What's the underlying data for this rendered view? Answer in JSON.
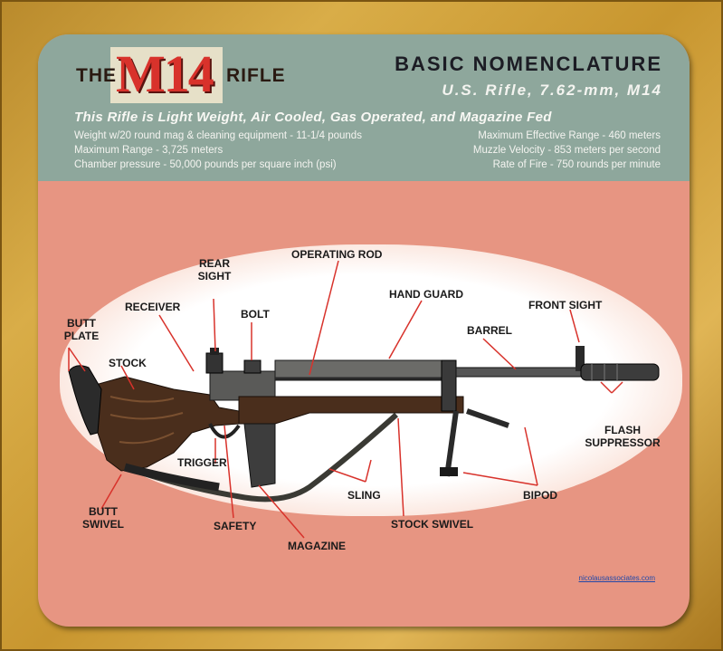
{
  "header": {
    "title_the": "THE",
    "title_m14": "M14",
    "title_rifle": "RIFLE",
    "basic": "BASIC NOMENCLATURE",
    "subtitle": "U.S. Rifle, 7.62-mm, M14",
    "description": "This Rifle is Light Weight, Air Cooled, Gas Operated, and Magazine Fed",
    "specs_left": [
      "Weight w/20 round mag & cleaning equipment - 11-1/4 pounds",
      "Maximum Range - 3,725 meters",
      "Chamber pressure - 50,000 pounds per square inch (psi)"
    ],
    "specs_right": [
      "Maximum Effective Range - 460 meters",
      "Muzzle Velocity - 853 meters per second",
      "Rate of Fire - 750 rounds per minute"
    ]
  },
  "labels": {
    "operating_rod": "OPERATING ROD",
    "rear_sight_1": "REAR",
    "rear_sight_2": "SIGHT",
    "receiver": "RECEIVER",
    "bolt": "BOLT",
    "hand_guard": "HAND GUARD",
    "front_sight": "FRONT SIGHT",
    "butt_plate_1": "BUTT",
    "butt_plate_2": "PLATE",
    "barrel": "BARREL",
    "stock": "STOCK",
    "flash_1": "FLASH",
    "flash_2": "SUPPRESSOR",
    "trigger": "TRIGGER",
    "sling": "SLING",
    "bipod": "BIPOD",
    "butt_swivel_1": "BUTT",
    "butt_swivel_2": "SWIVEL",
    "safety": "SAFETY",
    "stock_swivel": "STOCK SWIVEL",
    "magazine": "MAGAZINE"
  },
  "website": "nicolausassociates.com",
  "colors": {
    "frame": "#c8962f",
    "header_bg": "#8ea79c",
    "mat_bg": "#e79582",
    "logo_red": "#d8322b",
    "leader_line": "#d8322b"
  }
}
